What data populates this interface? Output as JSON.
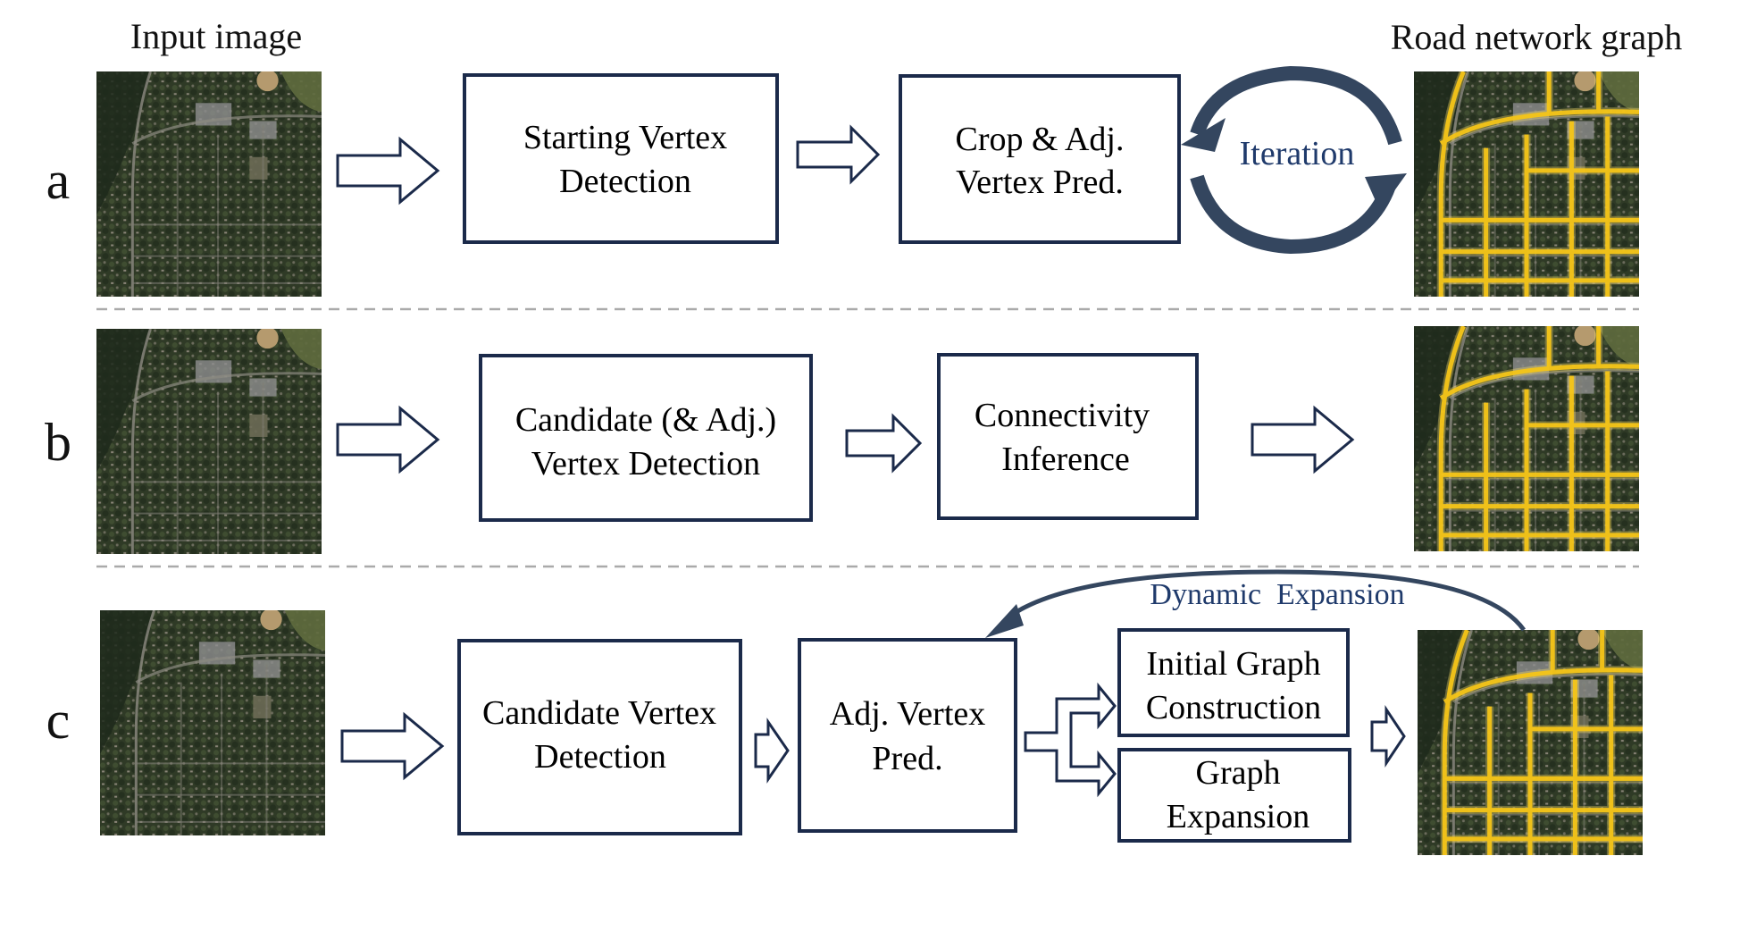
{
  "header": {
    "input_label": "Input image",
    "output_label": "Road network graph"
  },
  "rows": {
    "a": {
      "label": "a",
      "box1": [
        "Starting Vertex",
        "Detection"
      ],
      "box2": [
        "Crop & Adj.",
        "Vertex Pred."
      ],
      "loop_label": "Iteration"
    },
    "b": {
      "label": "b",
      "box1": [
        "Candidate (& Adj.)",
        "Vertex Detection"
      ],
      "box2": [
        "Connectivity",
        "Inference"
      ]
    },
    "c": {
      "label": "c",
      "box1": [
        "Candidate Vertex",
        "Detection"
      ],
      "box2": [
        "Adj. Vertex",
        "Pred."
      ],
      "box3": [
        "Initial Graph",
        "Construction"
      ],
      "box4": [
        "Graph",
        "Expansion"
      ],
      "curve_label": "Dynamic  Expansion"
    }
  },
  "colors": {
    "box_stroke": "#1b2a4a",
    "curve": "#34465f",
    "accent_text": "#1f3a6b",
    "road": "#f5c518"
  }
}
